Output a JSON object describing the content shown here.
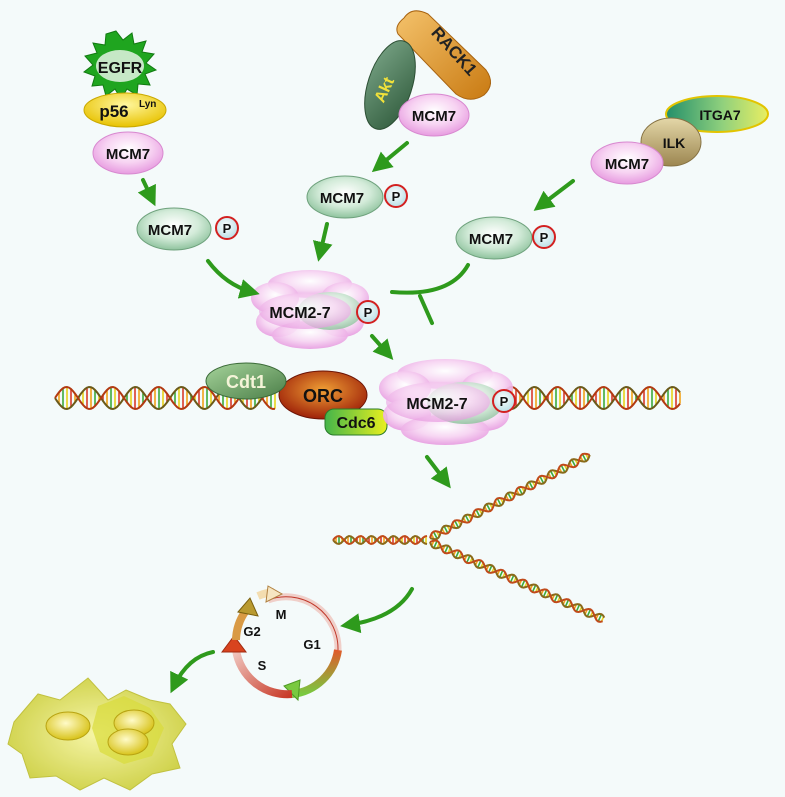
{
  "labels": {
    "egfr": "EGFR",
    "p56": "p56",
    "lyn": "Lyn",
    "mcm7": "MCM7",
    "phospho": "P",
    "akt": "Akt",
    "rack1": "RACK1",
    "itga7": "ITGA7",
    "ilk": "ILK",
    "mcm2_7": "MCM2-7",
    "cdt1": "Cdt1",
    "orc": "ORC",
    "cdc6": "Cdc6"
  },
  "cell_cycle": {
    "phases": [
      "M",
      "G1",
      "S",
      "G2"
    ]
  },
  "colors": {
    "background": "#f4fafa",
    "arrow": "#2e9a1c",
    "mcm7_pink": "#f3c4ee",
    "mcm7_green": "#c9e3cf",
    "phospho_ring": "#d32020",
    "egfr_star": "#1fa51f",
    "lyn_yellow": "#f4d700",
    "akt_dark": "#3c6b4a",
    "rack1_orange": "#e49a2c",
    "itga7_green": "#2fa277",
    "ilk_tan": "#b8a470",
    "cdt1_green": "#6fa96c",
    "orc_red": "#b52a0e",
    "cdc6_yellow": "#dcef2a",
    "cell_yellow": "#e4e650"
  }
}
